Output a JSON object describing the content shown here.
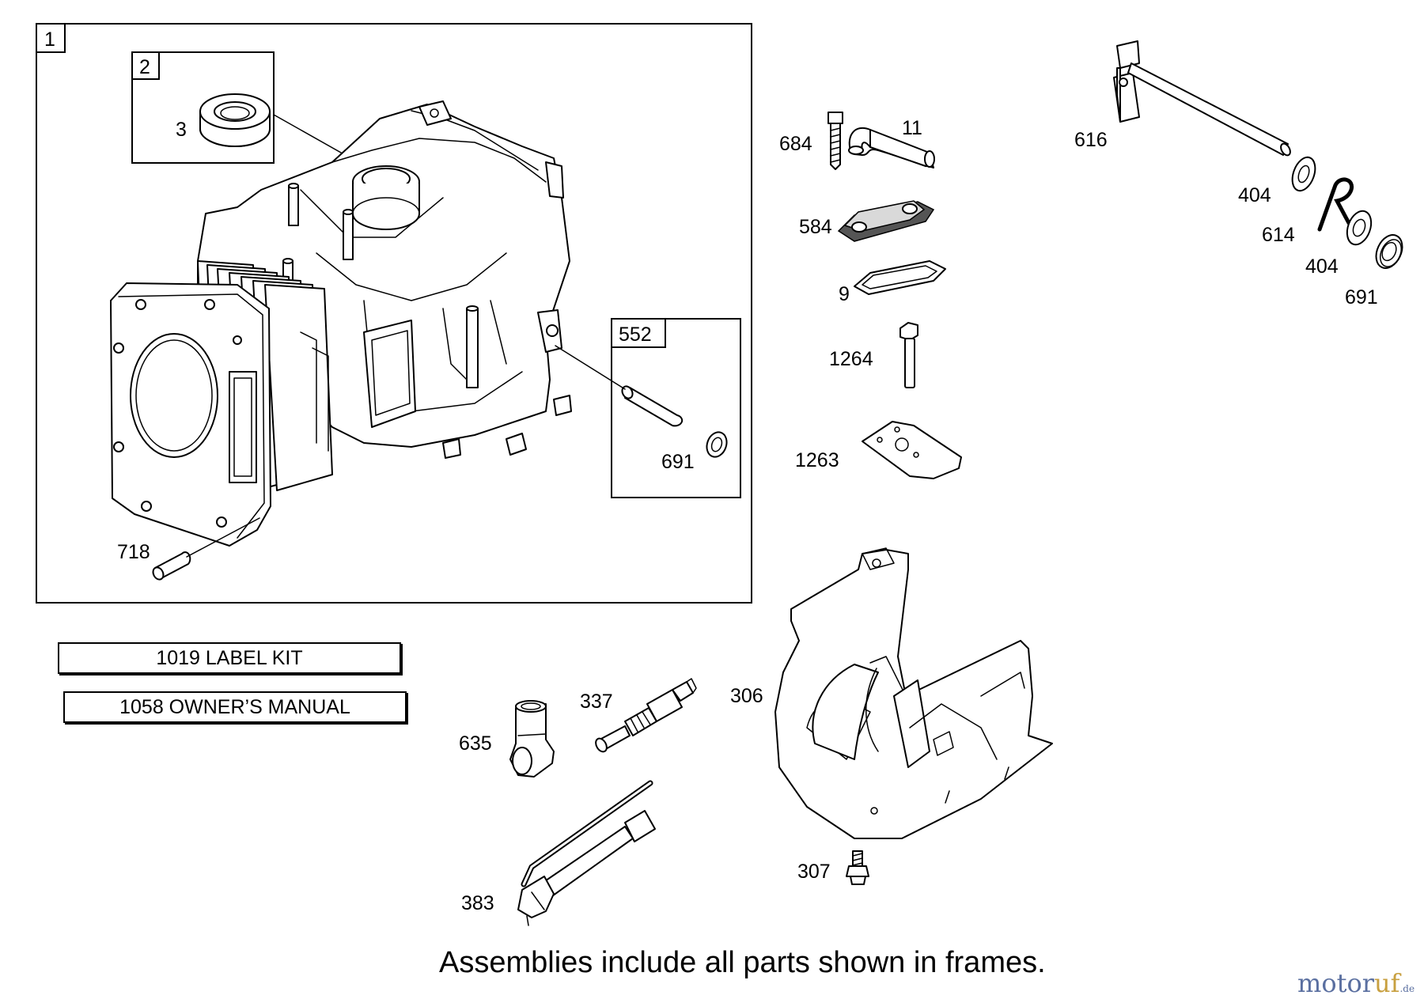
{
  "frames": {
    "main": "1",
    "sub_a": "2",
    "sub_b": "552"
  },
  "callouts": {
    "p3": "3",
    "p691a": "691",
    "p718": "718",
    "p684": "684",
    "p11": "11",
    "p616": "616",
    "p584": "584",
    "p9": "9",
    "p1264": "1264",
    "p1263": "1263",
    "p404a": "404",
    "p614": "614",
    "p404b": "404",
    "p691b": "691",
    "p337": "337",
    "p306": "306",
    "p635": "635",
    "p383": "383",
    "p307": "307"
  },
  "kits": {
    "label_kit": "1019 LABEL KIT",
    "owners_manual": "1058 OWNER’S MANUAL"
  },
  "footer": "Assemblies include all parts shown in frames.",
  "logo": {
    "main": "motor",
    "accent": "uf",
    "tld": ".de"
  }
}
